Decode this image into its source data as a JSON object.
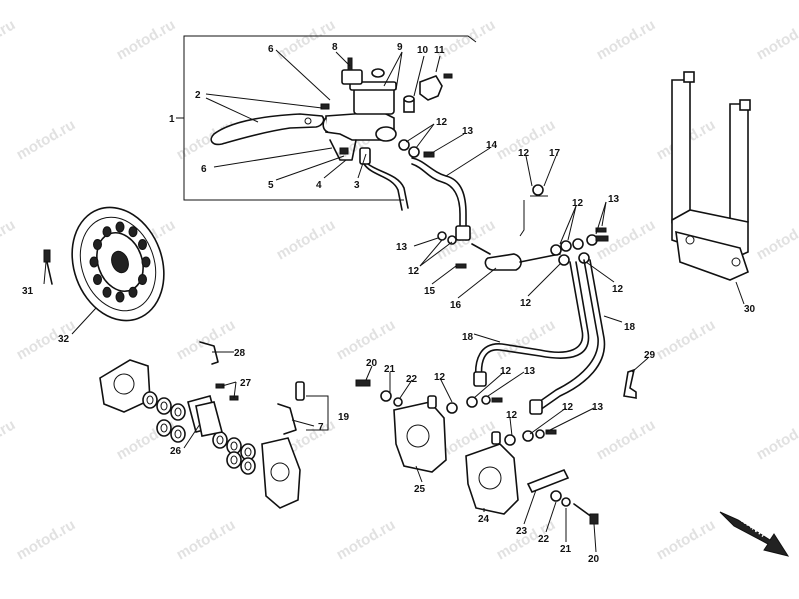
{
  "watermark": "motod.ru",
  "front_arrow_label": "AVANTI",
  "callouts": [
    {
      "id": "c1",
      "text": "1"
    },
    {
      "id": "c2",
      "text": "2"
    },
    {
      "id": "c3",
      "text": "3"
    },
    {
      "id": "c4",
      "text": "4"
    },
    {
      "id": "c5",
      "text": "5"
    },
    {
      "id": "c6a",
      "text": "6"
    },
    {
      "id": "c6b",
      "text": "6"
    },
    {
      "id": "c7",
      "text": "7"
    },
    {
      "id": "c8",
      "text": "8"
    },
    {
      "id": "c9",
      "text": "9"
    },
    {
      "id": "c10",
      "text": "10"
    },
    {
      "id": "c11",
      "text": "11"
    },
    {
      "id": "c12a",
      "text": "12"
    },
    {
      "id": "c13a",
      "text": "13"
    },
    {
      "id": "c14",
      "text": "14"
    },
    {
      "id": "c12b",
      "text": "12"
    },
    {
      "id": "c17",
      "text": "17"
    },
    {
      "id": "c12c",
      "text": "12"
    },
    {
      "id": "c13b",
      "text": "13"
    },
    {
      "id": "c13c",
      "text": "13"
    },
    {
      "id": "c12d",
      "text": "12"
    },
    {
      "id": "c15",
      "text": "15"
    },
    {
      "id": "c16",
      "text": "16"
    },
    {
      "id": "c12e",
      "text": "12"
    },
    {
      "id": "c12f",
      "text": "12"
    },
    {
      "id": "c18a",
      "text": "18"
    },
    {
      "id": "c18b",
      "text": "18"
    },
    {
      "id": "c30",
      "text": "30"
    },
    {
      "id": "c31",
      "text": "31"
    },
    {
      "id": "c32",
      "text": "32"
    },
    {
      "id": "c28",
      "text": "28"
    },
    {
      "id": "c27",
      "text": "27"
    },
    {
      "id": "c26",
      "text": "26"
    },
    {
      "id": "c19",
      "text": "19"
    },
    {
      "id": "c20a",
      "text": "20"
    },
    {
      "id": "c21a",
      "text": "21"
    },
    {
      "id": "c22a",
      "text": "22"
    },
    {
      "id": "c12g",
      "text": "12"
    },
    {
      "id": "c12h",
      "text": "12"
    },
    {
      "id": "c13d",
      "text": "13"
    },
    {
      "id": "c12i",
      "text": "12"
    },
    {
      "id": "c12j",
      "text": "12"
    },
    {
      "id": "c13e",
      "text": "13"
    },
    {
      "id": "c29",
      "text": "29"
    },
    {
      "id": "c25",
      "text": "25"
    },
    {
      "id": "c24",
      "text": "24"
    },
    {
      "id": "c23",
      "text": "23"
    },
    {
      "id": "c22b",
      "text": "22"
    },
    {
      "id": "c21b",
      "text": "21"
    },
    {
      "id": "c20b",
      "text": "20"
    }
  ]
}
